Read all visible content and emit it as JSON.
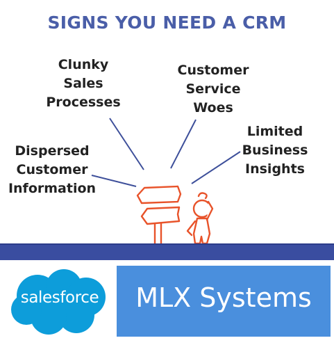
{
  "title": "SIGNS YOU NEED A CRM",
  "signs": {
    "clunky": "Clunky\nSales\nProcesses",
    "service": "Customer\nService\nWoes",
    "insights": "Limited\nBusiness\nInsights",
    "dispersed": "Dispersed\nCustomer\nInformation"
  },
  "logos": {
    "salesforce": "salesforce",
    "mlx": "MLX Systems"
  },
  "colors": {
    "title": "#4a5ea8",
    "illustration_stroke": "#e8532a",
    "pointer_lines": "#3d4f9a",
    "floor": "#3a4da0",
    "salesforce_cloud": "#0d9dda",
    "mlx_box": "#4a8fdd"
  }
}
